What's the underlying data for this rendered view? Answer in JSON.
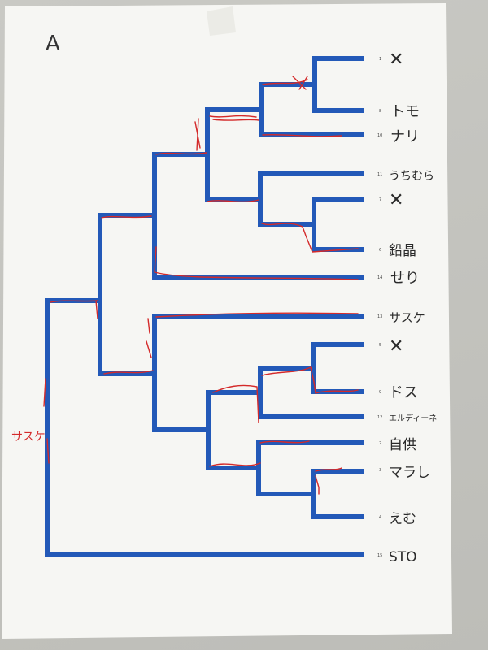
{
  "sheet": {
    "label": "A"
  },
  "leaves": [
    {
      "number": "1",
      "name": "✕"
    },
    {
      "number": "8",
      "name": "トモ"
    },
    {
      "number": "10",
      "name": "ナリ"
    },
    {
      "number": "11",
      "name": "うちむら"
    },
    {
      "number": "7",
      "name": "✕"
    },
    {
      "number": "6",
      "name": "鉛晶"
    },
    {
      "number": "14",
      "name": "せり"
    },
    {
      "number": "13",
      "name": "サスケ"
    },
    {
      "number": "5",
      "name": "✕"
    },
    {
      "number": "9",
      "name": "ドス"
    },
    {
      "number": "12",
      "name": "エルディーネ"
    },
    {
      "number": "2",
      "name": "自供"
    },
    {
      "number": "3",
      "name": "マラし"
    },
    {
      "number": "4",
      "name": "えむ"
    },
    {
      "number": "15",
      "name": "STO"
    }
  ],
  "annotations": {
    "root_note": "サスケ"
  },
  "colors": {
    "tree": "#2359b8",
    "marker": "#d42a2a",
    "paper": "#f6f6f3"
  }
}
